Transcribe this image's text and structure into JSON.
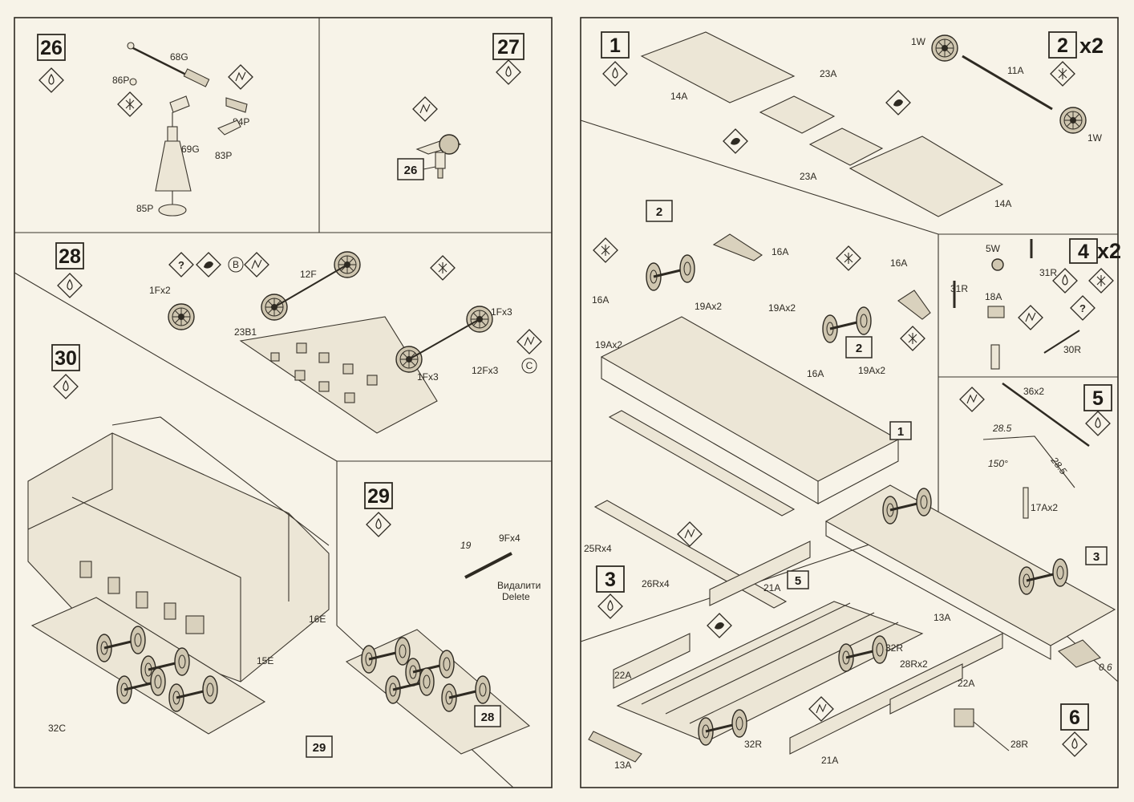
{
  "steps": {
    "s26": {
      "num": "26"
    },
    "s27": {
      "num": "27"
    },
    "s28": {
      "num": "28"
    },
    "s29": {
      "num": "29"
    },
    "s30": {
      "num": "30"
    },
    "s1": {
      "num": "1"
    },
    "s2": {
      "num": "2",
      "mult": "x2"
    },
    "s3": {
      "num": "3"
    },
    "s4": {
      "num": "4",
      "mult": "x2"
    },
    "s5": {
      "num": "5"
    },
    "s6": {
      "num": "6"
    }
  },
  "refs": {
    "r26": "26",
    "r28": "28",
    "r29": "29",
    "r1": "1",
    "r2a": "2",
    "r2b": "2",
    "r3": "3",
    "r5": "5"
  },
  "labels": {
    "p68G": "68G",
    "p86P": "86P",
    "p84P": "84P",
    "p83P": "83P",
    "p69G": "69G",
    "p85P": "85P",
    "p1Fx2": "1Fx2",
    "p12F": "12F",
    "p23B1": "23B1",
    "p1Fx3a": "1Fx3",
    "p1Fx3b": "1Fx3",
    "p12Fx3": "12Fx3",
    "pB": "B",
    "pC": "C",
    "p16E": "16E",
    "p15E": "15E",
    "p32C": "32C",
    "p9Fx4": "9Fx4",
    "d19": "19",
    "delete_ua": "Видалити",
    "delete_en": "Delete",
    "p14Aa": "14A",
    "p23Aa": "23A",
    "p23Ab": "23A",
    "p14Ab": "14A",
    "p1Wa": "1W",
    "p11A": "11A",
    "p1Wb": "1W",
    "p16Aa": "16A",
    "p16Ab": "16A",
    "p16Ac": "16A",
    "p16Ad": "16A",
    "p19Ax2a": "19Ax2",
    "p19Ax2b": "19Ax2",
    "p19Ax2c": "19Ax2",
    "p19Ax2d": "19Ax2",
    "p25Rx4": "25Rx4",
    "p26Rx4": "26Rx4",
    "p5W": "5W",
    "p31Ra": "31R",
    "p31Rb": "31R",
    "p18A": "18A",
    "p30R": "30R",
    "p36x2": "36x2",
    "d285a": "28.5",
    "d285b": "28.5",
    "d150": "150°",
    "p17Ax2": "17Ax2",
    "d06": "0.6",
    "p21Aa": "21A",
    "p21Ab": "21A",
    "p13Aa": "13A",
    "p13Ab": "13A",
    "p22Aa": "22A",
    "p22Ab": "22A",
    "p32Ra": "32R",
    "p32Rb": "32R",
    "p28Rx2": "28Rx2",
    "p28R": "28R"
  },
  "colors": {
    "paper": "#f7f3e8",
    "ink": "#2e2a22",
    "part_fill": "#ece6d6"
  }
}
